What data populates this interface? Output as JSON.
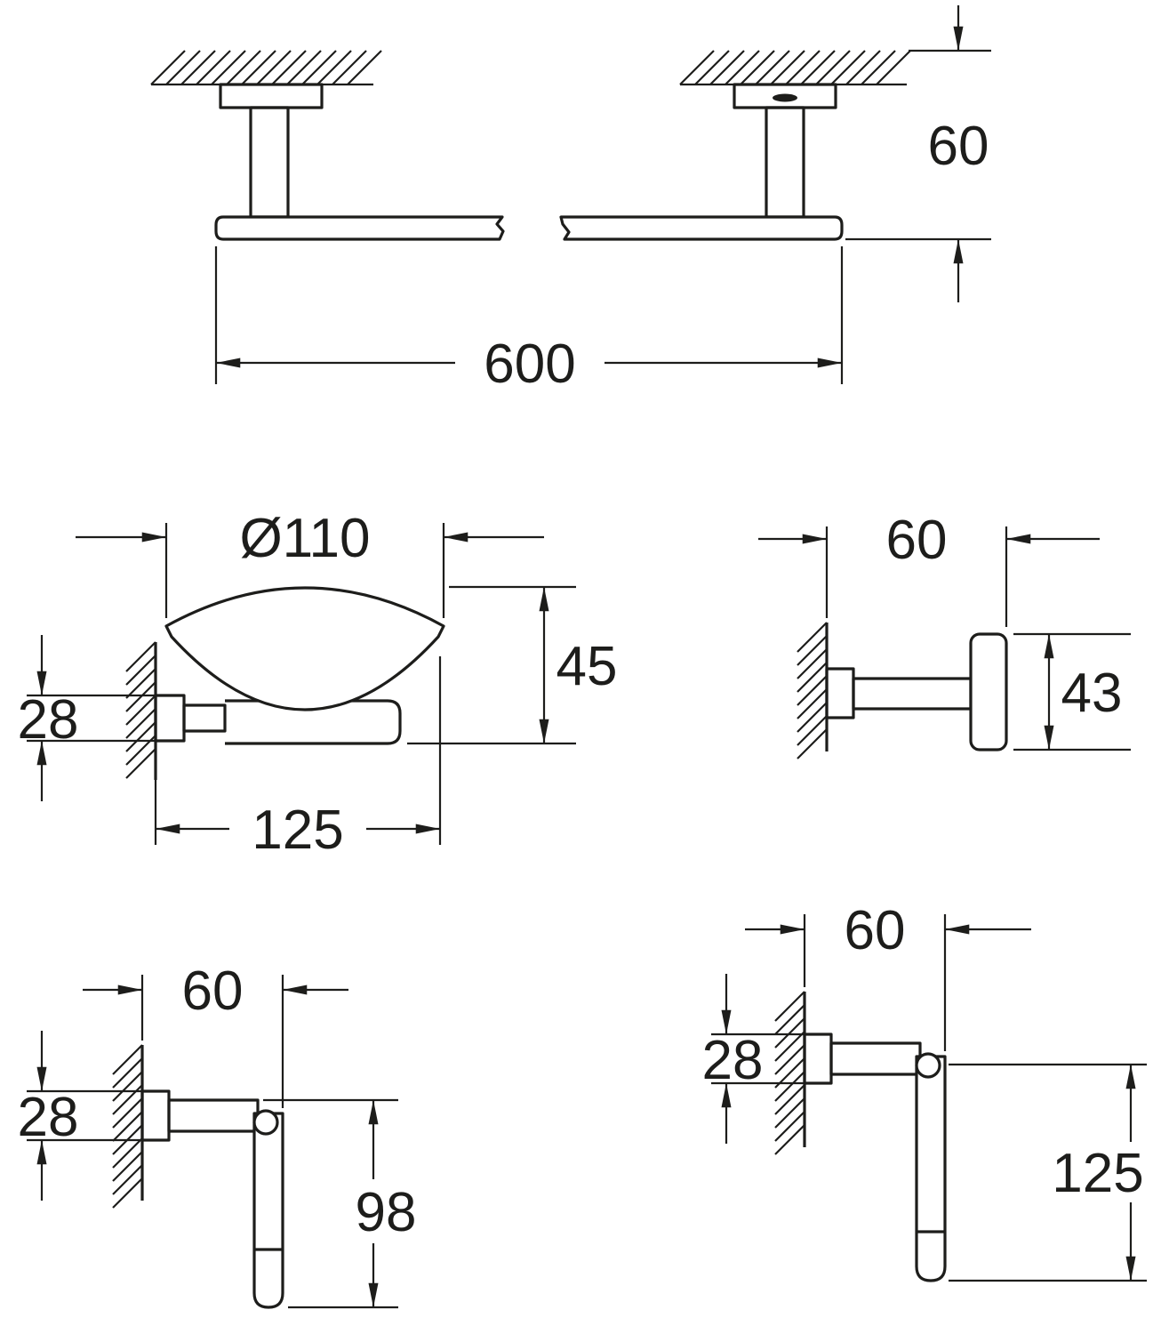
{
  "drawing": {
    "background_color": "#ffffff",
    "line_color": "#1d1d1b",
    "views": {
      "towel_bar": {
        "length": "600",
        "wall_offset": "60"
      },
      "soap_dish": {
        "diameter": "Ø110",
        "height": "45",
        "rosette_height": "28",
        "projection": "125"
      },
      "hook": {
        "projection": "60",
        "height": "43"
      },
      "paper_holder": {
        "projection": "60",
        "rosette_height": "28",
        "drop_length": "98"
      },
      "towel_ring": {
        "projection": "60",
        "rosette_height": "28",
        "drop_length": "125"
      }
    }
  }
}
